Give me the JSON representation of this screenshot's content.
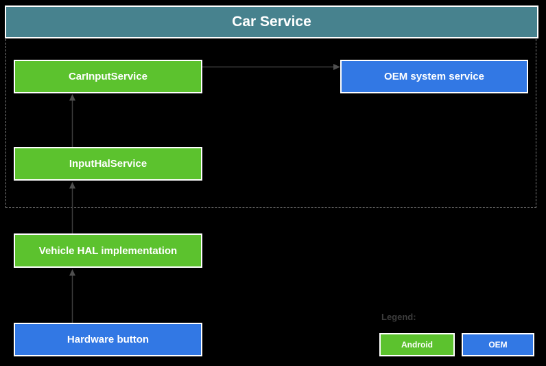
{
  "title": "Car Service",
  "nodes": {
    "car_input_service": {
      "label": "CarInputService",
      "type": "android"
    },
    "oem_system_service": {
      "label": "OEM system service",
      "type": "oem"
    },
    "input_hal_service": {
      "label": "InputHalService",
      "type": "android"
    },
    "vehicle_hal": {
      "label": "Vehicle HAL implementation",
      "type": "android"
    },
    "hardware_button": {
      "label": "Hardware button",
      "type": "oem"
    }
  },
  "edges": [
    {
      "from": "hardware_button",
      "to": "vehicle_hal",
      "direction": "up"
    },
    {
      "from": "vehicle_hal",
      "to": "input_hal_service",
      "direction": "up"
    },
    {
      "from": "input_hal_service",
      "to": "car_input_service",
      "direction": "up"
    },
    {
      "from": "car_input_service",
      "to": "oem_system_service",
      "direction": "right"
    }
  ],
  "legend": {
    "label": "Legend:",
    "items": [
      {
        "label": "Android",
        "type": "android"
      },
      {
        "label": "OEM",
        "type": "oem"
      }
    ]
  },
  "colors": {
    "background": "#000000",
    "banner_teal": "#47828e",
    "android_green": "#5cc22e",
    "oem_blue": "#3278e4",
    "box_border": "#ffffff",
    "arrow_line": "#3d3d3d",
    "arrow_head": "#4f4f4f",
    "dashed_boundary": "#808080",
    "legend_label_text": "#3d3d3d"
  }
}
